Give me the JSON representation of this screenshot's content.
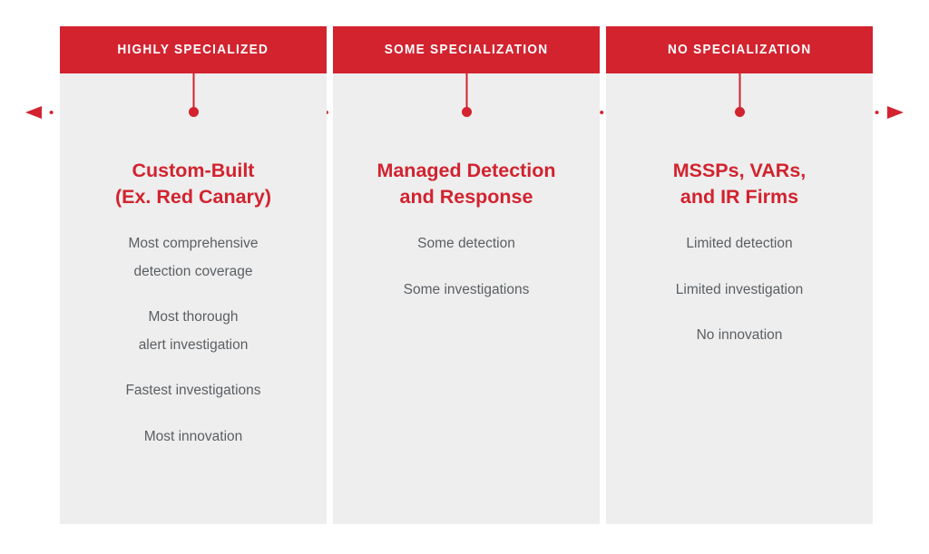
{
  "graphic": {
    "type": "spectrum-comparison",
    "accent_color": "#d2232f",
    "panel_color": "#eeeeee",
    "body_text_color": "#5b5f63",
    "background_color": "#ffffff",
    "axis": {
      "style": "dotted",
      "left_arrow_icon": "arrow-left-icon",
      "right_arrow_icon": "arrow-right-icon",
      "marker_icon": "axis-marker-dot"
    }
  },
  "columns": [
    {
      "header": "HIGHLY SPECIALIZED",
      "title": "Custom-Built\n(Ex. Red Canary)",
      "bullets": [
        "Most comprehensive\ndetection coverage",
        "Most thorough\nalert investigation",
        "Fastest investigations",
        "Most innovation"
      ]
    },
    {
      "header": "SOME SPECIALIZATION",
      "title": "Managed Detection\nand Response",
      "bullets": [
        "Some detection",
        "Some investigations"
      ]
    },
    {
      "header": "NO SPECIALIZATION",
      "title": "MSSPs, VARs,\nand IR Firms",
      "bullets": [
        "Limited detection",
        "Limited investigation",
        "No innovation"
      ]
    }
  ]
}
